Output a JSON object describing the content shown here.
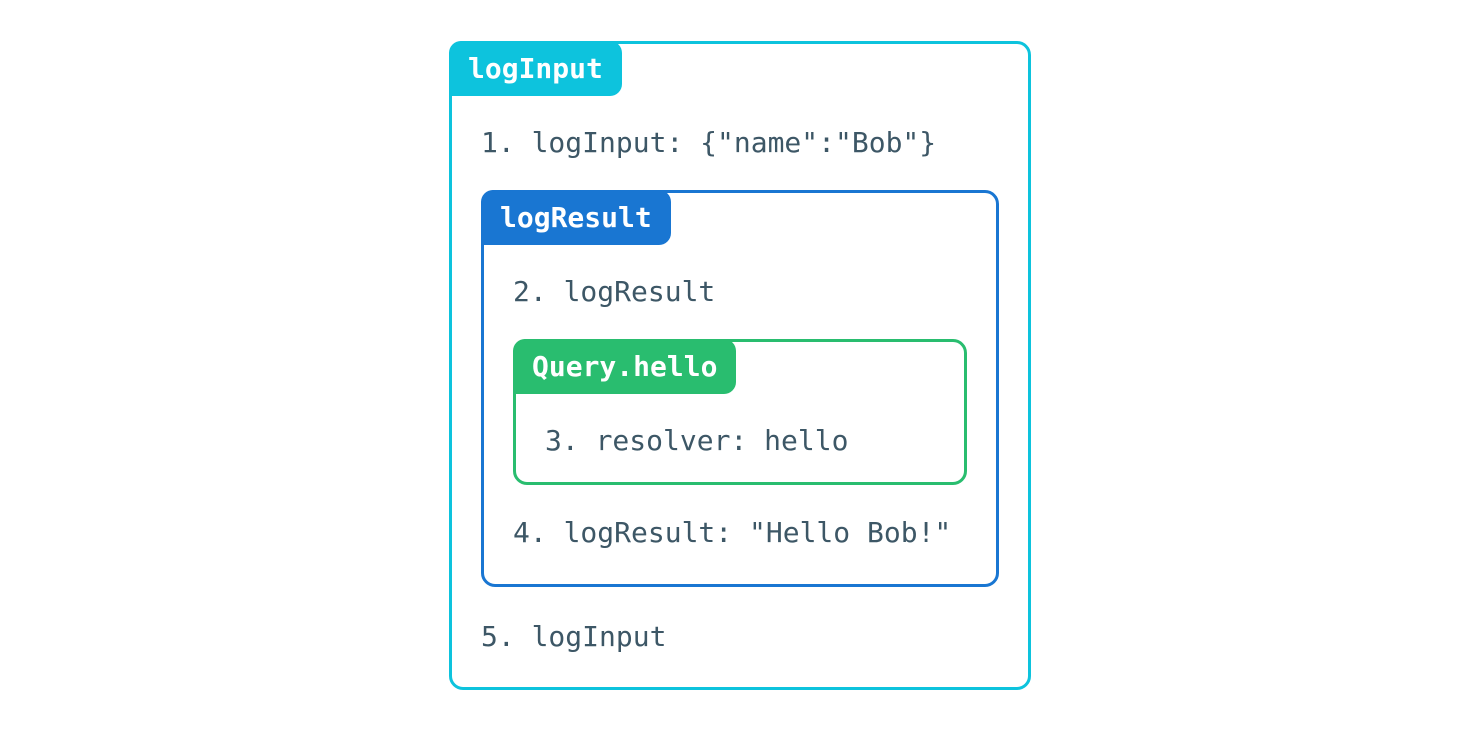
{
  "diagram": {
    "outer": {
      "label": "logInput",
      "step1": "1. logInput: {\"name\":\"Bob\"}",
      "step5": "5. logInput",
      "border_color": "#0dc3dd"
    },
    "middle": {
      "label": "logResult",
      "step2": "2. logResult",
      "step4": "4. logResult: \"Hello Bob!\"",
      "border_color": "#1976d2"
    },
    "inner": {
      "label": "Query.hello",
      "step3": "3. resolver: hello",
      "border_color": "#29bd6f"
    },
    "colors": {
      "text": "#3d5766",
      "label_text": "#ffffff",
      "background": "#ffffff"
    }
  }
}
